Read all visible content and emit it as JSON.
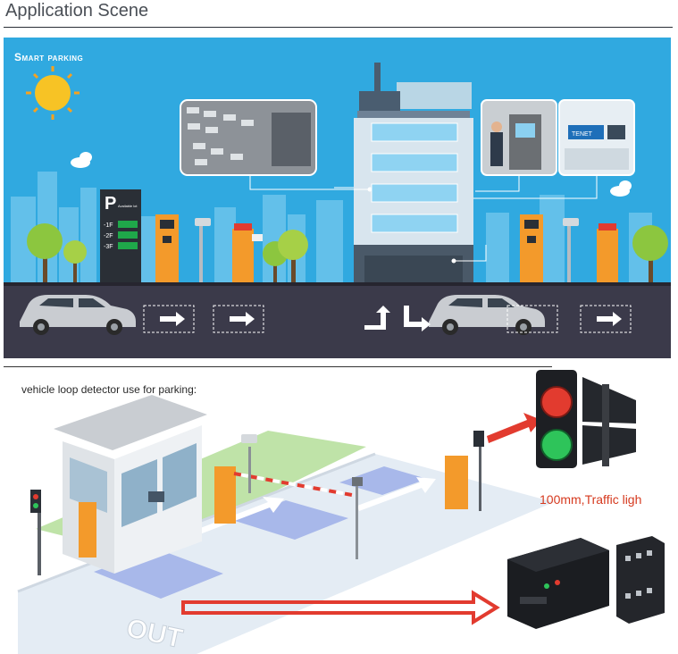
{
  "page": {
    "title": "Application Scene"
  },
  "smart_parking": {
    "heading": "Smart parking",
    "sign_letter": "P",
    "sign_caption": "Available lot",
    "levels": [
      "-1F",
      "-2F",
      "-3F"
    ],
    "kiosk_brand": "TENET"
  },
  "loop_detector": {
    "caption": "vehicle loop detector use for parking:",
    "traffic_light_label": "100mm,Traffic ligh",
    "road_marking": "OUT"
  },
  "colors": {
    "sky": "#30a9e0",
    "road": "#3b3a4a",
    "barrier_orange": "#f39a2b",
    "arrow_red": "#e23b2f"
  }
}
